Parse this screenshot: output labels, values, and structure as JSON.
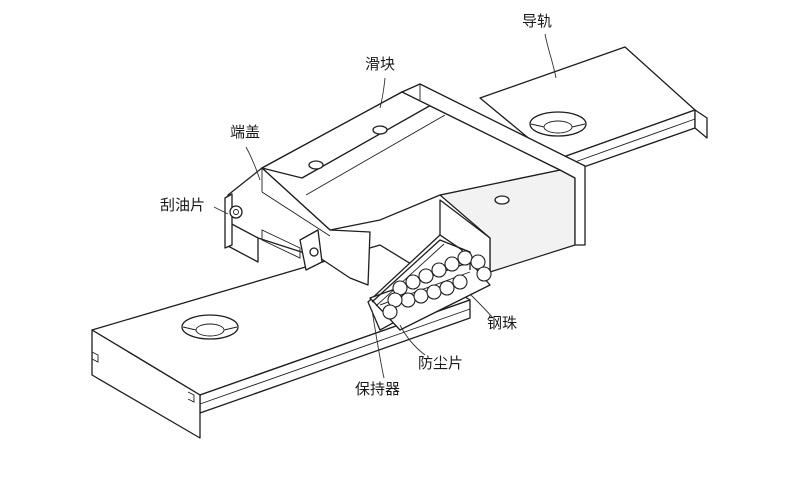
{
  "labels": {
    "rail": "导轨",
    "slider": "滑块",
    "end_cap": "端盖",
    "scraper": "刮油片",
    "steel_ball": "钢珠",
    "dust_plate": "防尘片",
    "retainer": "保持器"
  }
}
